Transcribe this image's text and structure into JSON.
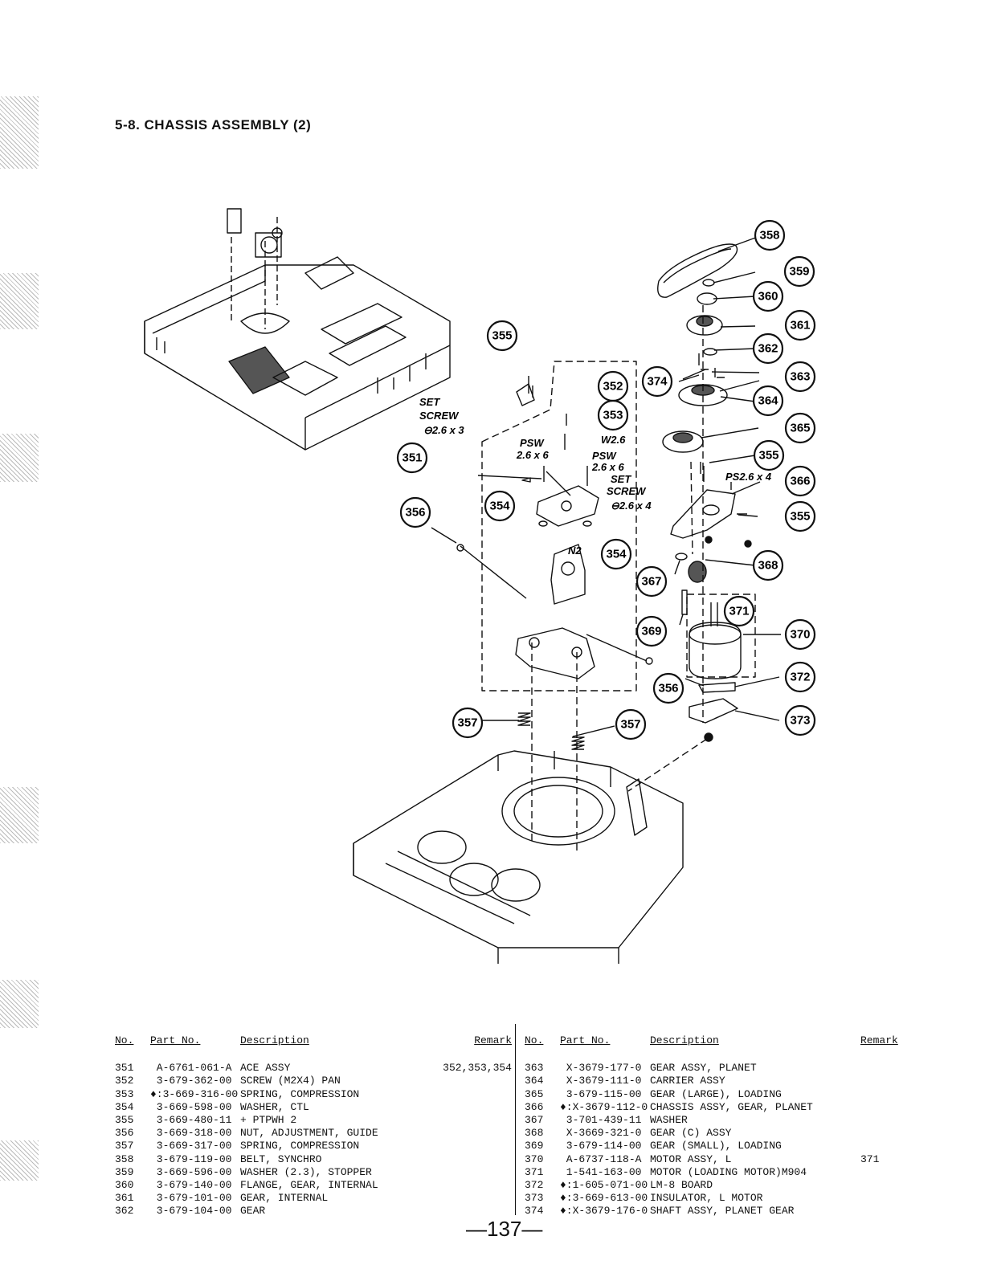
{
  "page": {
    "title": "5-8.  CHASSIS ASSEMBLY (2)",
    "page_number": "—137—"
  },
  "diagram": {
    "labels": {
      "set_screw_1": [
        "SET",
        "SCREW",
        "⊖2.6 x 3"
      ],
      "psw_1": [
        "PSW",
        "2.6 x 6"
      ],
      "w26": "W2.6",
      "psw_2": [
        "PSW",
        "2.6 x 6"
      ],
      "set_screw_2": [
        "SET",
        "SCREW",
        "⊖2.6 x 4"
      ],
      "n2": "N2",
      "ps26x4": "PS2.6 x 4"
    },
    "callouts": [
      "351",
      "352",
      "353",
      "354",
      "354",
      "355",
      "355",
      "355",
      "356",
      "356",
      "357",
      "357",
      "358",
      "359",
      "360",
      "361",
      "362",
      "363",
      "364",
      "365",
      "366",
      "367",
      "368",
      "369",
      "370",
      "371",
      "372",
      "373",
      "374"
    ]
  },
  "table": {
    "headers": {
      "no": "No.",
      "part_no": "Part No.",
      "description": "Description",
      "remark": "Remark"
    },
    "left_rows": [
      {
        "no": "351",
        "part_no": " A-6761-061-A",
        "description": "ACE ASSY",
        "remark": "352,353,354"
      },
      {
        "no": "352",
        "part_no": " 3-679-362-00",
        "description": "SCREW (M2X4) PAN",
        "remark": ""
      },
      {
        "no": "353",
        "part_no": "♦:3-669-316-00",
        "description": "SPRING, COMPRESSION",
        "remark": ""
      },
      {
        "no": "354",
        "part_no": " 3-669-598-00",
        "description": "WASHER, CTL",
        "remark": ""
      },
      {
        "no": "355",
        "part_no": " 3-669-480-11",
        "description": "+ PTPWH 2",
        "remark": ""
      },
      {
        "no": "356",
        "part_no": " 3-669-318-00",
        "description": "NUT, ADJUSTMENT, GUIDE",
        "remark": ""
      },
      {
        "no": "357",
        "part_no": " 3-669-317-00",
        "description": "SPRING, COMPRESSION",
        "remark": ""
      },
      {
        "no": "358",
        "part_no": " 3-679-119-00",
        "description": "BELT, SYNCHRO",
        "remark": ""
      },
      {
        "no": "359",
        "part_no": " 3-669-596-00",
        "description": "WASHER (2.3), STOPPER",
        "remark": ""
      },
      {
        "no": "360",
        "part_no": " 3-679-140-00",
        "description": "FLANGE, GEAR, INTERNAL",
        "remark": ""
      },
      {
        "no": "361",
        "part_no": " 3-679-101-00",
        "description": "GEAR, INTERNAL",
        "remark": ""
      },
      {
        "no": "362",
        "part_no": " 3-679-104-00",
        "description": "GEAR",
        "remark": ""
      }
    ],
    "right_rows": [
      {
        "no": "363",
        "part_no": " X-3679-177-0",
        "description": "GEAR ASSY, PLANET",
        "remark": ""
      },
      {
        "no": "364",
        "part_no": " X-3679-111-0",
        "description": "CARRIER ASSY",
        "remark": ""
      },
      {
        "no": "365",
        "part_no": " 3-679-115-00",
        "description": "GEAR (LARGE), LOADING",
        "remark": ""
      },
      {
        "no": "366",
        "part_no": "♦:X-3679-112-0",
        "description": "CHASSIS ASSY, GEAR, PLANET",
        "remark": ""
      },
      {
        "no": "367",
        "part_no": " 3-701-439-11",
        "description": "WASHER",
        "remark": ""
      },
      {
        "no": "368",
        "part_no": " X-3669-321-0",
        "description": "GEAR (C) ASSY",
        "remark": ""
      },
      {
        "no": "369",
        "part_no": " 3-679-114-00",
        "description": "GEAR (SMALL), LOADING",
        "remark": ""
      },
      {
        "no": "370",
        "part_no": " A-6737-118-A",
        "description": "MOTOR ASSY, L",
        "remark": "371"
      },
      {
        "no": "371",
        "part_no": " 1-541-163-00",
        "description": "MOTOR (LOADING MOTOR)M904",
        "remark": ""
      },
      {
        "no": "372",
        "part_no": "♦:1-605-071-00",
        "description": "LM-8 BOARD",
        "remark": ""
      },
      {
        "no": "373",
        "part_no": "♦:3-669-613-00",
        "description": "INSULATOR, L MOTOR",
        "remark": ""
      },
      {
        "no": "374",
        "part_no": "♦:X-3679-176-0",
        "description": "SHAFT ASSY, PLANET GEAR",
        "remark": ""
      }
    ]
  }
}
